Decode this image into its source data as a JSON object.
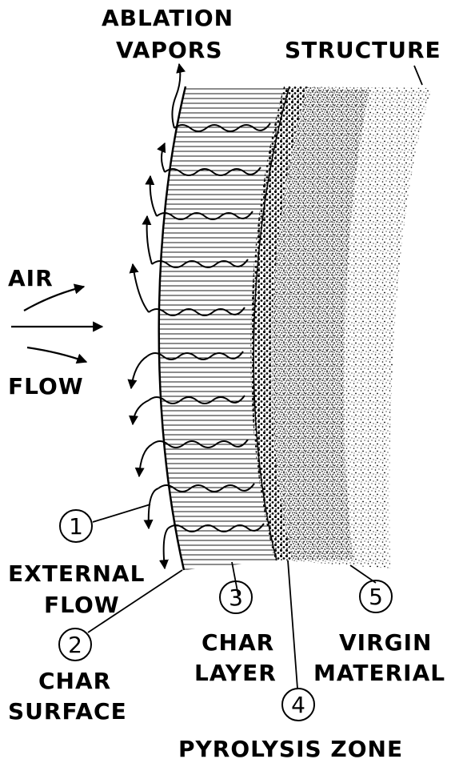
{
  "labels": {
    "ablation_line1": "ABLATION",
    "ablation_line2": "VAPORS",
    "structure": "STRUCTURE",
    "air": "AIR",
    "flow": "FLOW",
    "external_line1": "EXTERNAL",
    "external_line2": "FLOW",
    "char_surface_line1": "CHAR",
    "char_surface_line2": "SURFACE",
    "char_layer_line1": "CHAR",
    "char_layer_line2": "LAYER",
    "virgin_line1": "VIRGIN",
    "virgin_line2": "MATERIAL",
    "pyrolysis": "PYROLYSIS ZONE"
  },
  "markers": {
    "m1": "1",
    "m2": "2",
    "m3": "3",
    "m4": "4",
    "m5": "5"
  }
}
